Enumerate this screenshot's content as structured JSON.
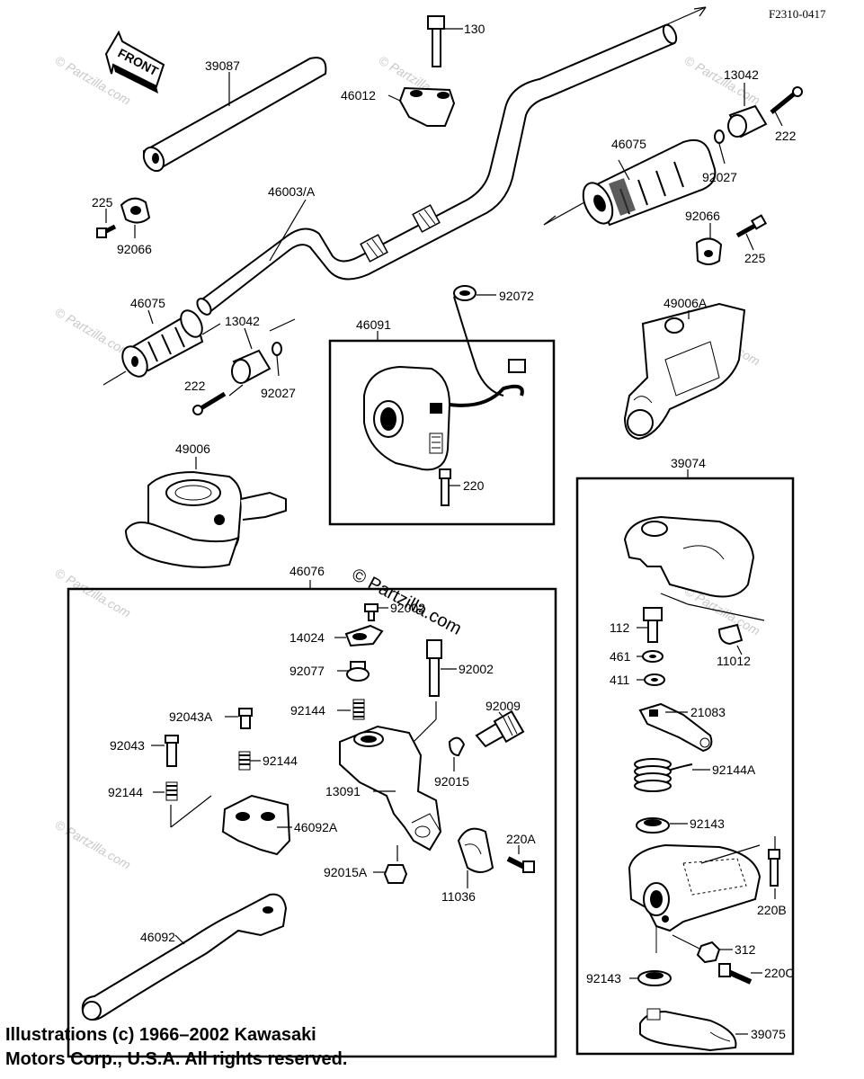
{
  "doc_code": "F2310-0417",
  "front_arrow": "FRONT",
  "watermark": "© Partzilla.com",
  "copyright": {
    "line1": "Illustrations (c) 1966–2002 Kawasaki",
    "line2": "Motors Corp., U.S.A.  All rights reserved."
  },
  "labels": {
    "p39087": "39087",
    "p130": "130",
    "p46012": "46012",
    "p13042_r": "13042",
    "p222_r": "222",
    "p46075_r": "46075",
    "p92027_r": "92027",
    "p225_l": "225",
    "p92066_l": "92066",
    "p46003": "46003/A",
    "p92066_r": "92066",
    "p225_r": "225",
    "p46075_l": "46075",
    "p13042_l": "13042",
    "p222_l": "222",
    "p92027_l": "92027",
    "p92072": "92072",
    "p46091": "46091",
    "p49006A": "49006A",
    "p220": "220",
    "p49006": "49006",
    "p39074": "39074",
    "p46076": "46076",
    "p92002_t": "92002",
    "p14024": "14024",
    "p92077": "92077",
    "p92002": "92002",
    "p92144_a": "92144",
    "p92009": "92009",
    "p92043A": "92043A",
    "p92043": "92043",
    "p92144_b": "92144",
    "p92015": "92015",
    "p13091": "13091",
    "p92144_c": "92144",
    "p46092A": "46092A",
    "p220A": "220A",
    "p92015A": "92015A",
    "p11036": "11036",
    "p46092": "46092",
    "p112": "112",
    "p461": "461",
    "p411": "411",
    "p11012": "11012",
    "p21083": "21083",
    "p92144A": "92144A",
    "p92143_t": "92143",
    "p220B": "220B",
    "p312": "312",
    "p92143_b": "92143",
    "p220C": "220C",
    "p39075": "39075"
  }
}
